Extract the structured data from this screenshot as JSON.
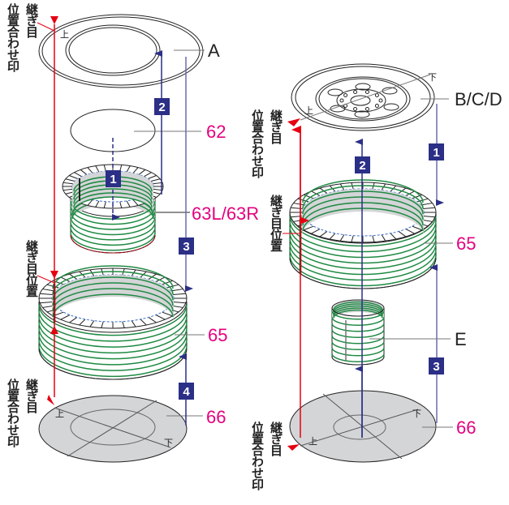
{
  "title": "Assembly diagram",
  "colors": {
    "accent_blue": "#2b2f86",
    "part_number": "#e4007f",
    "alignment_red": "#e60012",
    "stripe_green": "#1f8a43",
    "disc_fill": "#d4d5d7"
  },
  "left": {
    "top_mark": {
      "seam": "継ぎ目",
      "align": "位置合わせ印"
    },
    "seam_position": "継ぎ目位置",
    "bottom_mark": {
      "seam": "継ぎ目",
      "align": "位置合わせ印"
    },
    "parts": {
      "ring": "A",
      "disc": "62",
      "cup": "63L/63R",
      "cylinder": "65",
      "base": "66"
    },
    "steps": [
      "1",
      "2",
      "3",
      "4"
    ],
    "marks": {
      "top": "上",
      "bottom": "下"
    }
  },
  "right": {
    "top_mark": {
      "seam": "継ぎ目",
      "align": "位置合わせ印"
    },
    "seam_position": "継ぎ目位置",
    "bottom_mark": {
      "seam": "継ぎ目",
      "align": "位置合わせ印"
    },
    "parts": {
      "wheel": "B/C/D",
      "cylinder": "65",
      "core": "E",
      "base": "66"
    },
    "steps": [
      "1",
      "2",
      "3"
    ],
    "marks": {
      "top": "上",
      "bottom": "下"
    }
  }
}
